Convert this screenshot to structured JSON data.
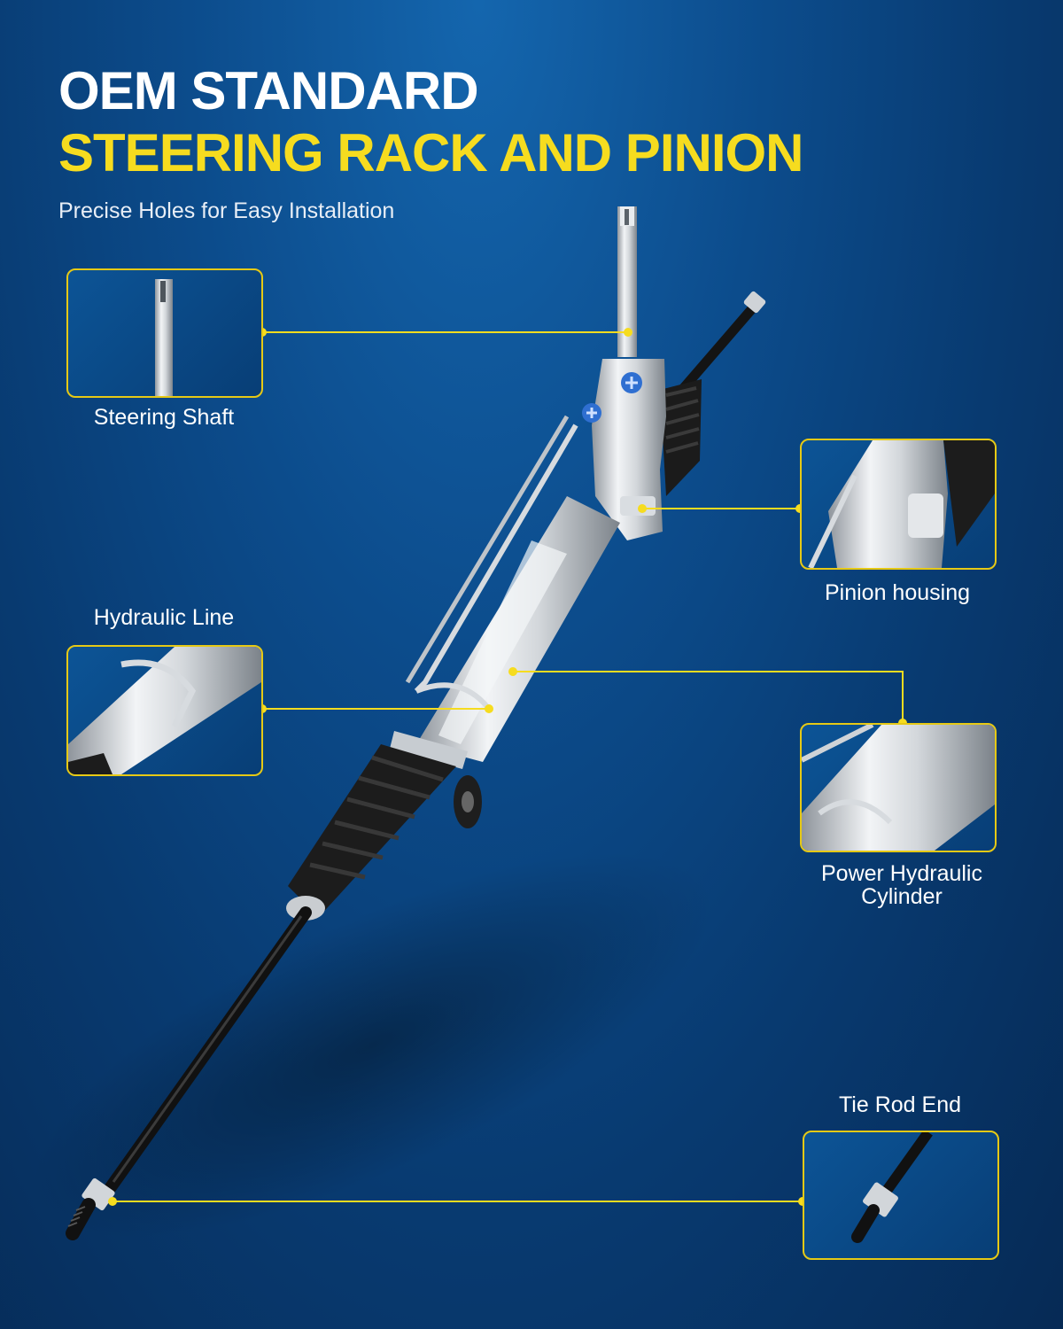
{
  "header": {
    "line1": "OEM STANDARD",
    "line2": "STEERING RACK AND PINION",
    "subtitle": "Precise Holes for Easy Installation"
  },
  "callouts": {
    "steering_shaft": "Steering Shaft",
    "pinion_housing": "Pinion housing",
    "hydraulic_line": "Hydraulic Line",
    "power_cylinder_line1": "Power Hydraulic",
    "power_cylinder_line2": "Cylinder",
    "tie_rod_end": "Tie Rod End"
  },
  "colors": {
    "accent_yellow": "#f6dc1f",
    "background_blue": "#0c4c8c"
  }
}
